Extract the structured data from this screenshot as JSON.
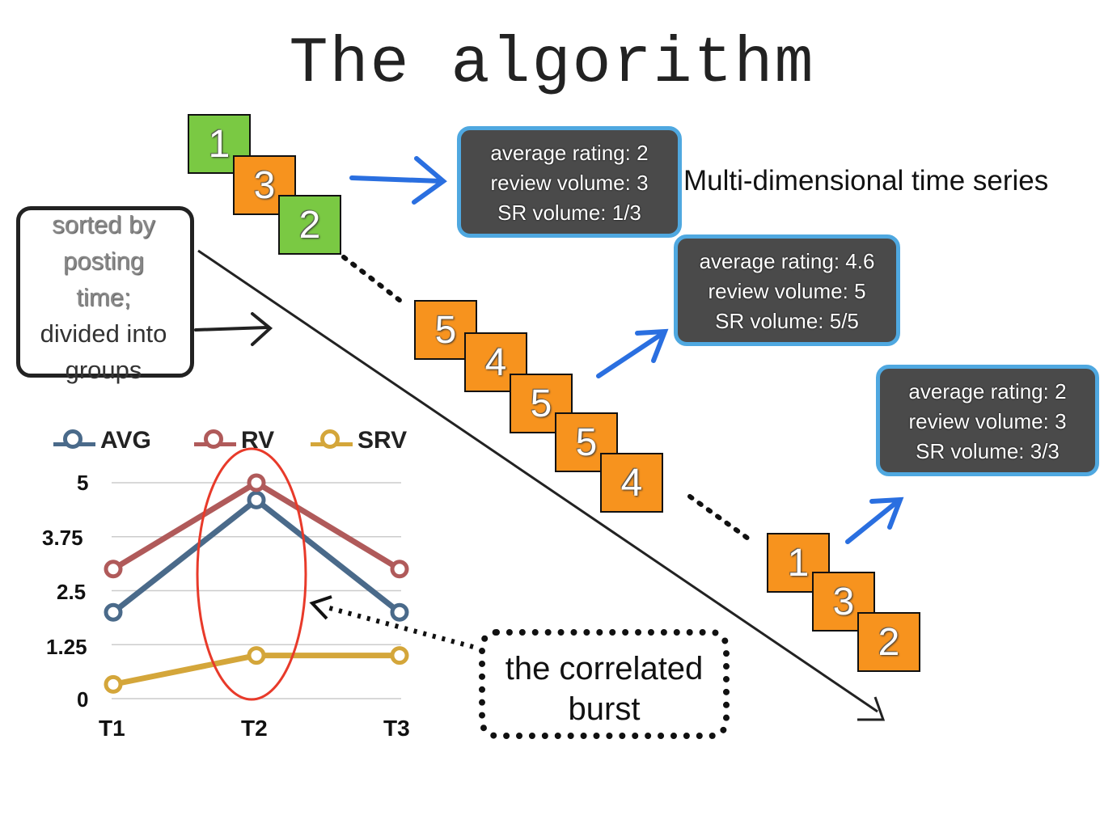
{
  "title": "The algorithm",
  "subtitle_label": "Multi-dimensional time series",
  "groups": [
    {
      "values": [
        "1",
        "3",
        "2"
      ],
      "colors": [
        "green",
        "orange",
        "green"
      ]
    },
    {
      "values": [
        "5",
        "4",
        "5",
        "5",
        "4"
      ],
      "colors": [
        "orange",
        "orange",
        "orange",
        "orange",
        "orange"
      ]
    },
    {
      "values": [
        "1",
        "3",
        "2"
      ],
      "colors": [
        "orange",
        "orange",
        "orange"
      ]
    }
  ],
  "stats": [
    {
      "line1": "average rating: 2",
      "line2": "review volume: 3",
      "line3": "SR volume: 1/3"
    },
    {
      "line1": "average rating: 4.6",
      "line2": "review volume: 5",
      "line3": "SR volume: 5/5"
    },
    {
      "line1": "average rating: 2",
      "line2": "review volume: 3",
      "line3": "SR volume: 3/3"
    }
  ],
  "note": {
    "line1": "sorted by",
    "line2": "posting",
    "line3": "time;",
    "line4": "divided into",
    "line5": "groups"
  },
  "burst_label": {
    "line1": "the correlated",
    "line2": "burst"
  },
  "colors": {
    "green": "#7ac943",
    "orange": "#f7931e",
    "avg": "#4a6a8a",
    "rv": "#b05a5a",
    "srv": "#d4a63a",
    "highlight": "#e83a2a",
    "stat_border": "#4fa8e0"
  },
  "chart_data": {
    "type": "line",
    "categories": [
      "T1",
      "T2",
      "T3"
    ],
    "series": [
      {
        "name": "AVG",
        "values": [
          2,
          4.6,
          2
        ]
      },
      {
        "name": "RV",
        "values": [
          3,
          5,
          3
        ]
      },
      {
        "name": "SRV",
        "values": [
          0.33,
          1,
          1
        ]
      }
    ],
    "yticks": [
      "0",
      "1.25",
      "2.5",
      "3.75",
      "5"
    ],
    "ylim": [
      0,
      5
    ],
    "grid": true,
    "legend": "top",
    "highlight": "T2"
  }
}
